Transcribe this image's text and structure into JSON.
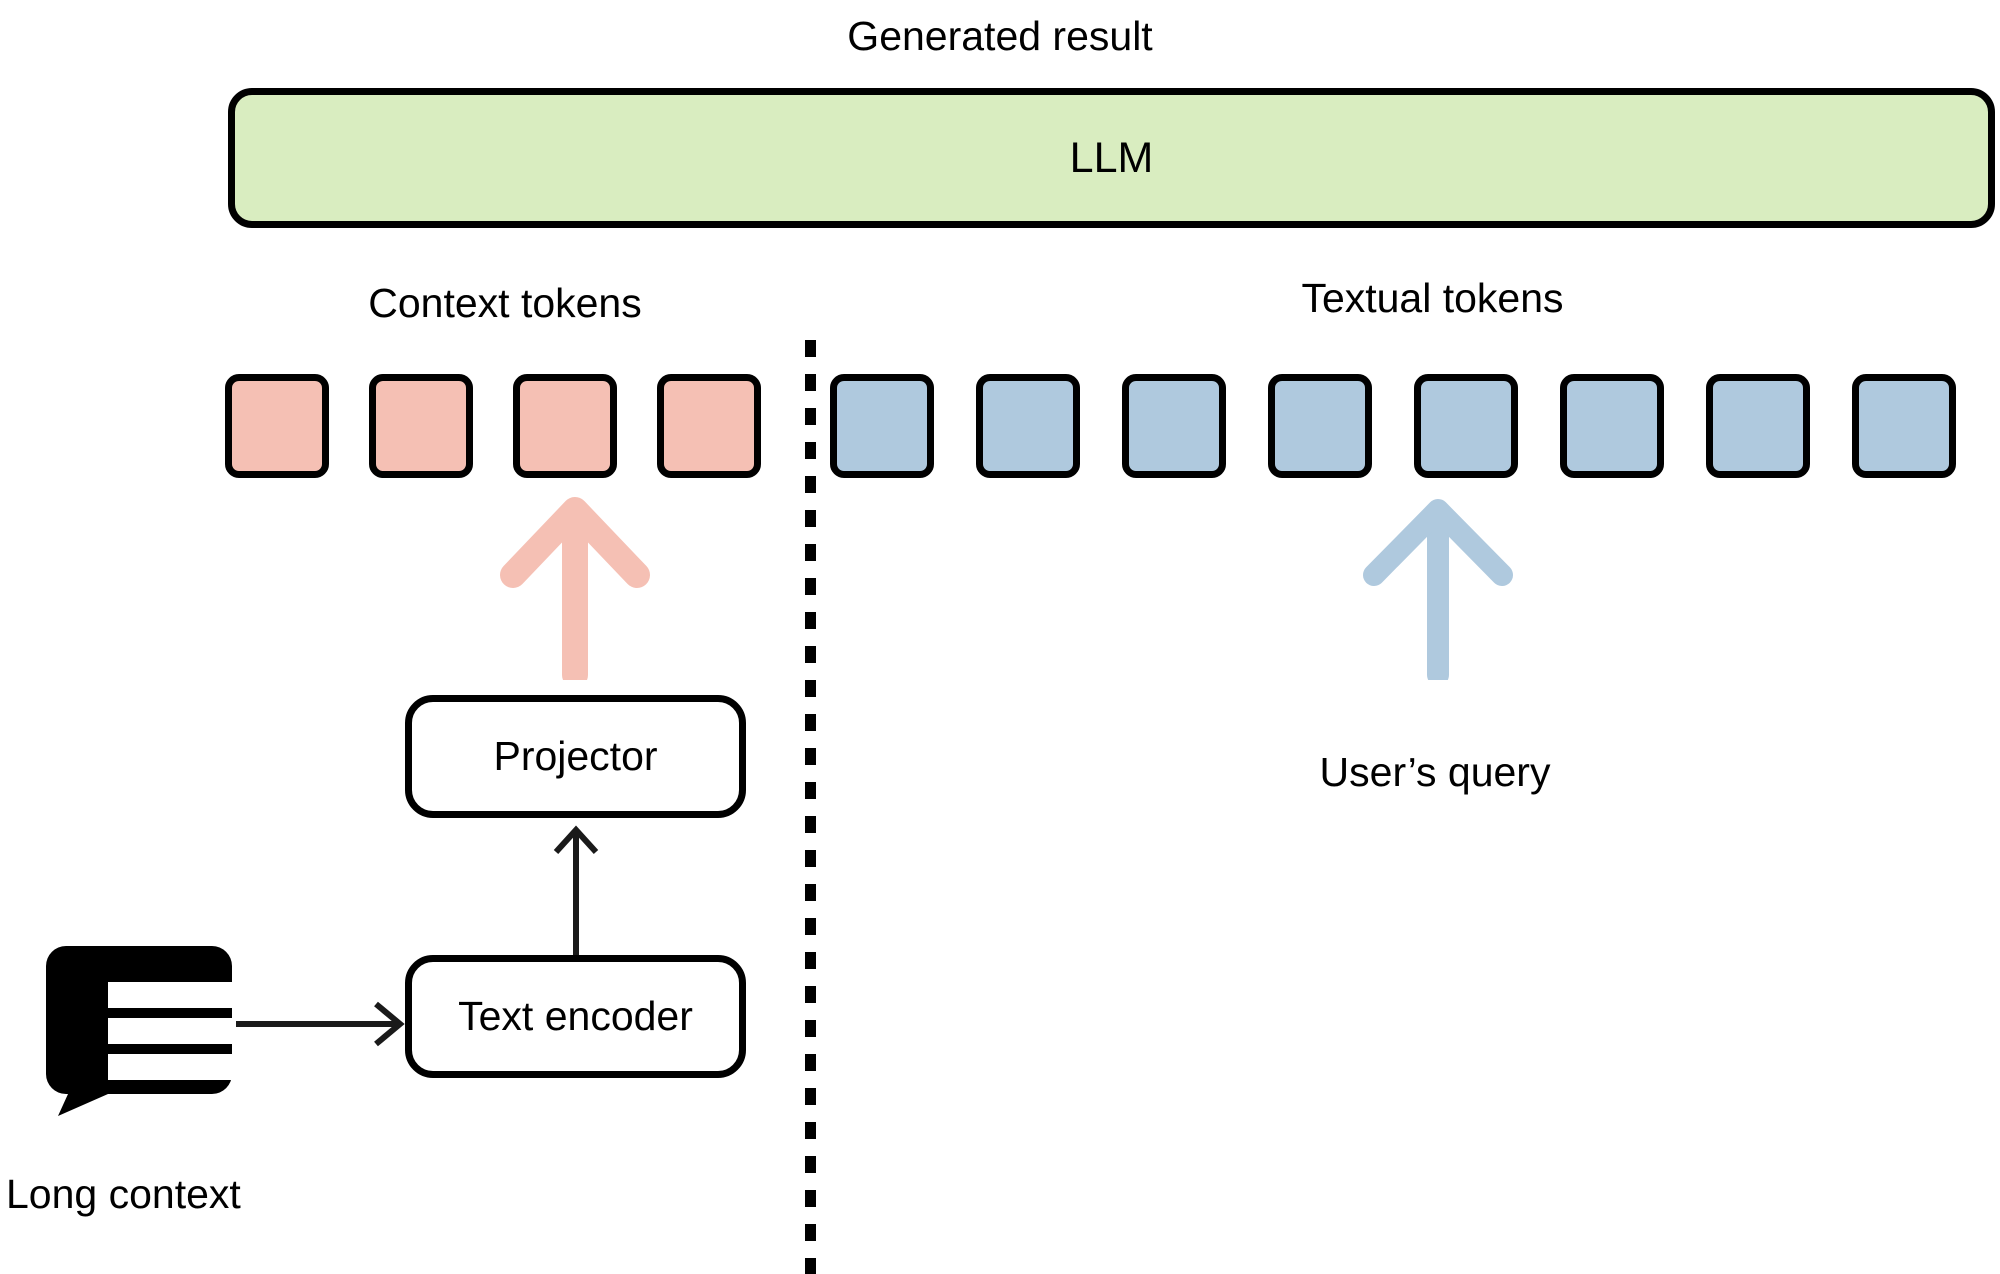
{
  "diagram": {
    "title": "Long-context LLM architecture with projector",
    "background_color": "#ffffff",
    "labels": {
      "generated_result": "Generated result",
      "context_tokens": "Context tokens",
      "textual_tokens": "Textual tokens",
      "users_query": "User’s query",
      "long_context": "Long context"
    },
    "nodes": {
      "llm": {
        "text": "LLM",
        "fill": "#d9edc0",
        "stroke": "#000000"
      },
      "projector": {
        "text": "Projector",
        "fill": "#ffffff",
        "stroke": "#000000"
      },
      "text_encoder": {
        "text": "Text encoder",
        "fill": "#ffffff",
        "stroke": "#000000"
      }
    },
    "tokens": {
      "context": {
        "count": 4,
        "fill": "#f5c0b4",
        "stroke": "#000000"
      },
      "textual": {
        "count": 8,
        "fill": "#afc9de",
        "stroke": "#000000"
      }
    },
    "arrows": {
      "context_up": {
        "color": "#f5c0b4",
        "direction": "up"
      },
      "textual_up": {
        "color": "#afc9de",
        "direction": "up"
      },
      "encoder_to_projector": {
        "color": "#000000",
        "direction": "up"
      },
      "context_to_encoder": {
        "color": "#000000",
        "direction": "right"
      }
    },
    "divider": {
      "style": "dashed",
      "color": "#000000",
      "orientation": "vertical"
    },
    "icons": {
      "long_context": "speech-bubble-lines-icon"
    }
  }
}
